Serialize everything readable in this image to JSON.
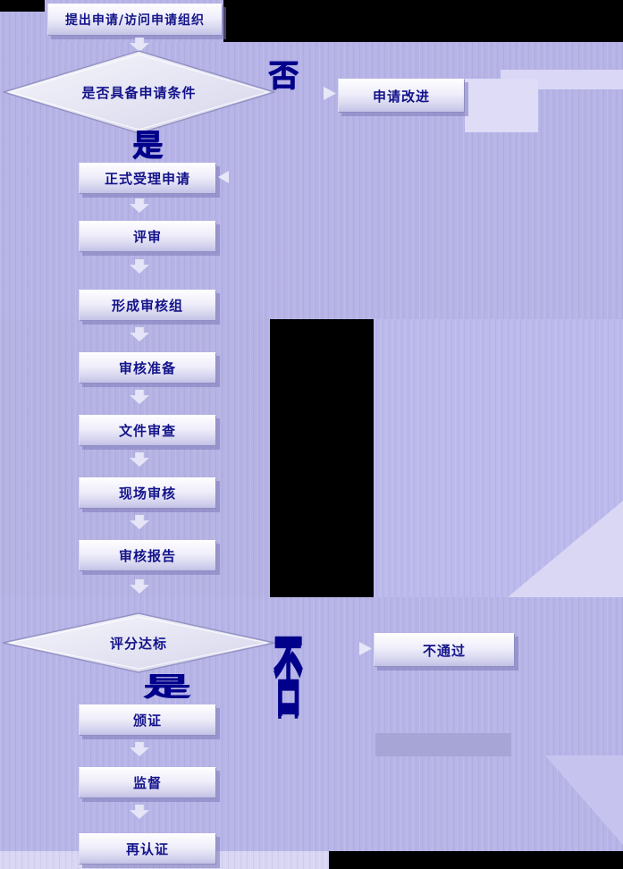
{
  "flow": {
    "start": "提出申请/访问申请组织",
    "decision1": "是否具备申请条件",
    "no1": "否",
    "yes1": "是",
    "improve": "申请改进",
    "steps": [
      "正式受理申请",
      "评审",
      "形成审核组",
      "审核准备",
      "文件审查",
      "现场审核",
      "审核报告"
    ],
    "decision2": "评分达标",
    "no2": "否",
    "yes2": "是",
    "fail": "不通过",
    "post_steps": [
      "颁证",
      "监督",
      "再认证"
    ]
  },
  "colors": {
    "canvas_bg": "#000000",
    "lavender": "#b6b3e6",
    "lavender_light": "#d9d7f5",
    "lavender_dark": "#a7a4d6",
    "node_fill_top": "#fdfdff",
    "node_fill_bottom": "#c3c1e6",
    "node_border": "#8f8dc2",
    "node_text": "#13138a",
    "branch_label": "#00008b"
  }
}
